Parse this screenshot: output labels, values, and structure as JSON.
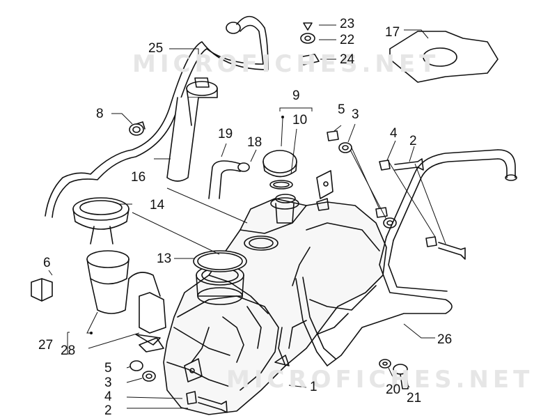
{
  "watermark": "MICROFICHES.NET",
  "part_numbers": [
    "1",
    "2",
    "3",
    "4",
    "5",
    "6",
    "8",
    "9",
    "10",
    "13",
    "14",
    "16",
    "17",
    "18",
    "19",
    "20",
    "21",
    "22",
    "23",
    "24",
    "25",
    "26",
    "27",
    "28"
  ]
}
